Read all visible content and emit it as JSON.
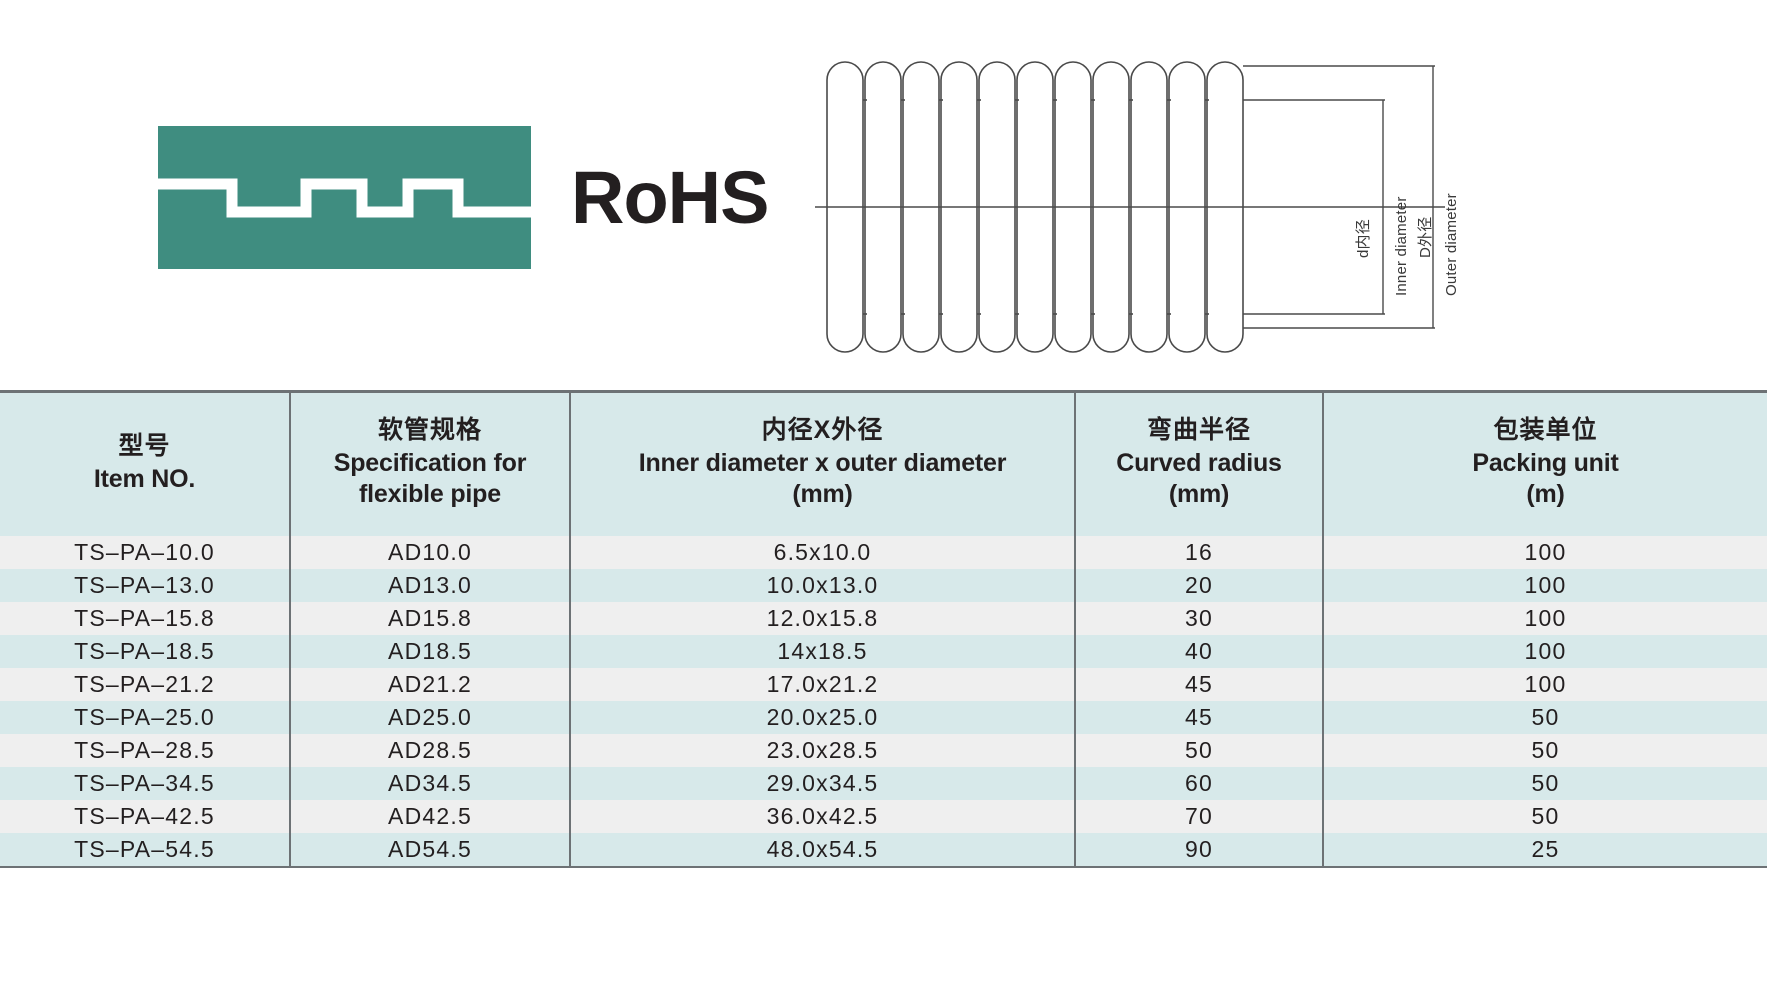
{
  "logo": {
    "mark_name": "rohs-square-wave-mark",
    "mark_color": "#3f8d80",
    "wave_color": "#ffffff",
    "wordmark": "RoHS"
  },
  "drawing": {
    "title": "corrugated-flexible-pipe-cross-section",
    "labels": {
      "inner_cn": "d内径",
      "inner_en": "Inner diameter",
      "outer_cn": "D外径",
      "outer_en": "Outer diameter"
    }
  },
  "table": {
    "headers": [
      {
        "cn": "型号",
        "en": "Item NO."
      },
      {
        "cn": "软管规格",
        "en": "Specification for flexible pipe"
      },
      {
        "cn": "内径X外径",
        "en": "Inner diameter x outer diameter (mm)"
      },
      {
        "cn": "弯曲半径",
        "en": "Curved radius (mm)"
      },
      {
        "cn": "包装单位",
        "en": "Packing unit (m)"
      }
    ],
    "header_lines": {
      "h1_cn": "型号",
      "h1_en": "Item NO.",
      "h2_cn": "软管规格",
      "h2_en1": "Specification for",
      "h2_en2": "flexible pipe",
      "h3_cn": "内径X外径",
      "h3_en1": "Inner diameter x outer diameter",
      "h3_en2": "(mm)",
      "h4_cn": "弯曲半径",
      "h4_en1": "Curved radius",
      "h4_en2": "(mm)",
      "h5_cn": "包装单位",
      "h5_en1": "Packing unit",
      "h5_en2": "(m)"
    },
    "rows": [
      {
        "item": "TS–PA–10.0",
        "spec": "AD10.0",
        "dims": "6.5x10.0",
        "radius": "16",
        "packing": "100"
      },
      {
        "item": "TS–PA–13.0",
        "spec": "AD13.0",
        "dims": "10.0x13.0",
        "radius": "20",
        "packing": "100"
      },
      {
        "item": "TS–PA–15.8",
        "spec": "AD15.8",
        "dims": "12.0x15.8",
        "radius": "30",
        "packing": "100"
      },
      {
        "item": "TS–PA–18.5",
        "spec": "AD18.5",
        "dims": "14x18.5",
        "radius": "40",
        "packing": "100"
      },
      {
        "item": "TS–PA–21.2",
        "spec": "AD21.2",
        "dims": "17.0x21.2",
        "radius": "45",
        "packing": "100"
      },
      {
        "item": "TS–PA–25.0",
        "spec": "AD25.0",
        "dims": "20.0x25.0",
        "radius": "45",
        "packing": "50"
      },
      {
        "item": "TS–PA–28.5",
        "spec": "AD28.5",
        "dims": "23.0x28.5",
        "radius": "50",
        "packing": "50"
      },
      {
        "item": "TS–PA–34.5",
        "spec": "AD34.5",
        "dims": "29.0x34.5",
        "radius": "60",
        "packing": "50"
      },
      {
        "item": "TS–PA–42.5",
        "spec": "AD42.5",
        "dims": "36.0x42.5",
        "radius": "70",
        "packing": "50"
      },
      {
        "item": "TS–PA–54.5",
        "spec": "AD54.5",
        "dims": "48.0x54.5",
        "radius": "90",
        "packing": "25"
      }
    ]
  },
  "colors": {
    "header_bg": "#d7e9ea",
    "row_light": "#efefef",
    "row_tint": "#d7e9ea",
    "rule": "#6d7275",
    "text": "#231f20"
  }
}
